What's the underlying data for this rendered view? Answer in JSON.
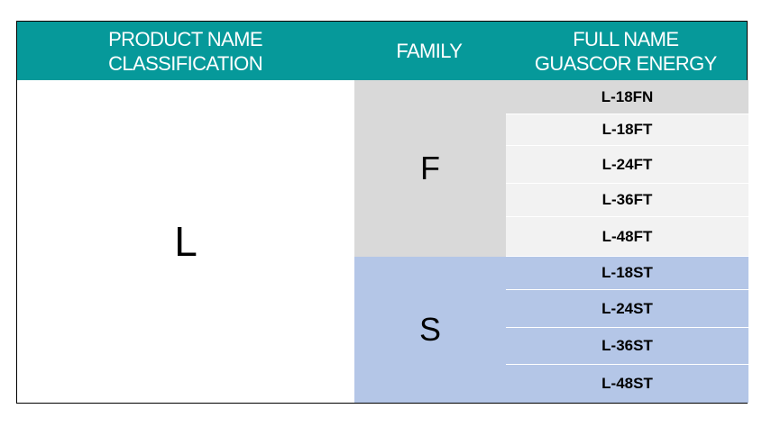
{
  "header": {
    "col1_line1": "PRODUCT NAME",
    "col1_line2": "CLASSIFICATION",
    "col2": "FAMILY",
    "col3_line1": "FULL NAME",
    "col3_line2": "GUASCOR ENERGY"
  },
  "classification": "L",
  "families": [
    {
      "letter": "F",
      "color": "#d9d9d9"
    },
    {
      "letter": "S",
      "color": "#b4c6e7"
    }
  ],
  "colors": {
    "header_bg": "#06999a",
    "header_text": "#ffffff",
    "model_light": "#f2f2f2",
    "model_grey": "#d9d9d9",
    "model_blue": "#b4c6e7"
  },
  "models": [
    {
      "name": "L-18FN",
      "color": "#d9d9d9"
    },
    {
      "name": "L-18FT",
      "color": "#f2f2f2"
    },
    {
      "name": "L-24FT",
      "color": "#f2f2f2"
    },
    {
      "name": "L-36FT",
      "color": "#f2f2f2"
    },
    {
      "name": "L-48FT",
      "color": "#f2f2f2"
    },
    {
      "name": "L-18ST",
      "color": "#b4c6e7"
    },
    {
      "name": "L-24ST",
      "color": "#b4c6e7"
    },
    {
      "name": "L-36ST",
      "color": "#b4c6e7"
    },
    {
      "name": "L-48ST",
      "color": "#b4c6e7"
    }
  ]
}
